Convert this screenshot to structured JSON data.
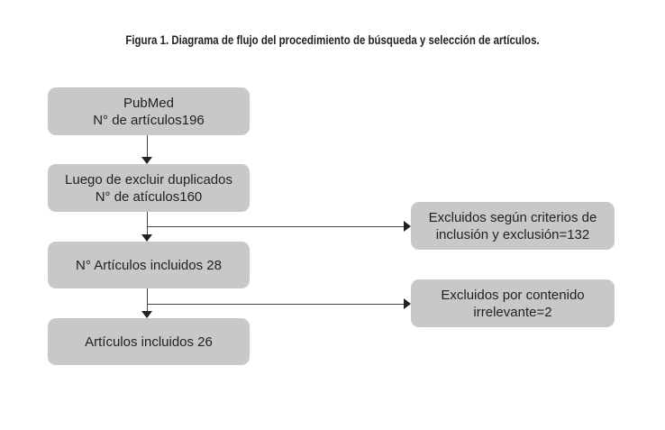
{
  "title": "Figura 1. Diagrama de flujo del procedimiento de búsqueda y selección de artículos.",
  "steps": [
    {
      "line1": "PubMed",
      "line2": "N° de artículos196"
    },
    {
      "line1": "Luego de excluir duplicados",
      "line2": "N° de atículos160"
    },
    {
      "line1": "N° Artículos incluidos  28",
      "line2": ""
    },
    {
      "line1": "Artículos incluidos 26",
      "line2": ""
    }
  ],
  "exclusions": [
    {
      "line1": "Excluidos según criterios de",
      "line2": "inclusión y exclusión=132"
    },
    {
      "line1": "Excluidos por contenido",
      "line2": "irrelevante=2"
    }
  ]
}
